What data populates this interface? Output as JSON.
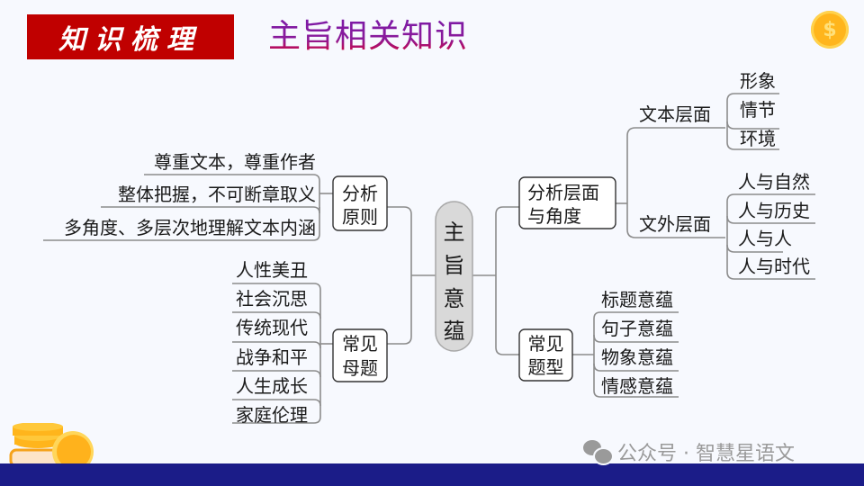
{
  "header": {
    "section_label": "知识梳理",
    "title": "主旨相关知识"
  },
  "colors": {
    "banner_bg": "#c00000",
    "title_gradient_top": "#7a1aa8",
    "title_gradient_bottom": "#e8001e",
    "footer_bar": "#1b1c88",
    "center_node_fill": "#d9d9d9",
    "connector": "#8c8c8c",
    "background": "#f7f9fe"
  },
  "mindmap": {
    "center": "主旨意蕴",
    "left": [
      {
        "label_line1": "分析",
        "label_line2": "原则",
        "children": [
          "尊重文本，尊重作者",
          "整体把握，不可断章取义",
          "多角度、多层次地理解文本内涵"
        ]
      },
      {
        "label_line1": "常见",
        "label_line2": "母题",
        "children": [
          "人性美丑",
          "社会沉思",
          "传统现代",
          "战争和平",
          "人生成长",
          "家庭伦理"
        ]
      }
    ],
    "right": [
      {
        "label_line1": "分析层面",
        "label_line2": "与角度",
        "children": [
          {
            "label": "文本层面",
            "children": [
              "形象",
              "情节",
              "环境"
            ]
          },
          {
            "label": "文外层面",
            "children": [
              "人与自然",
              "人与历史",
              "人与人",
              "人与时代"
            ]
          }
        ]
      },
      {
        "label_line1": "常见",
        "label_line2": "题型",
        "children": [
          "标题意蕴",
          "句子意蕴",
          "物象意蕴",
          "情感意蕴"
        ]
      }
    ]
  },
  "icons": {
    "coin_symbol": "$"
  },
  "footer": {
    "watermark": "公众号 · 智慧星语文"
  }
}
